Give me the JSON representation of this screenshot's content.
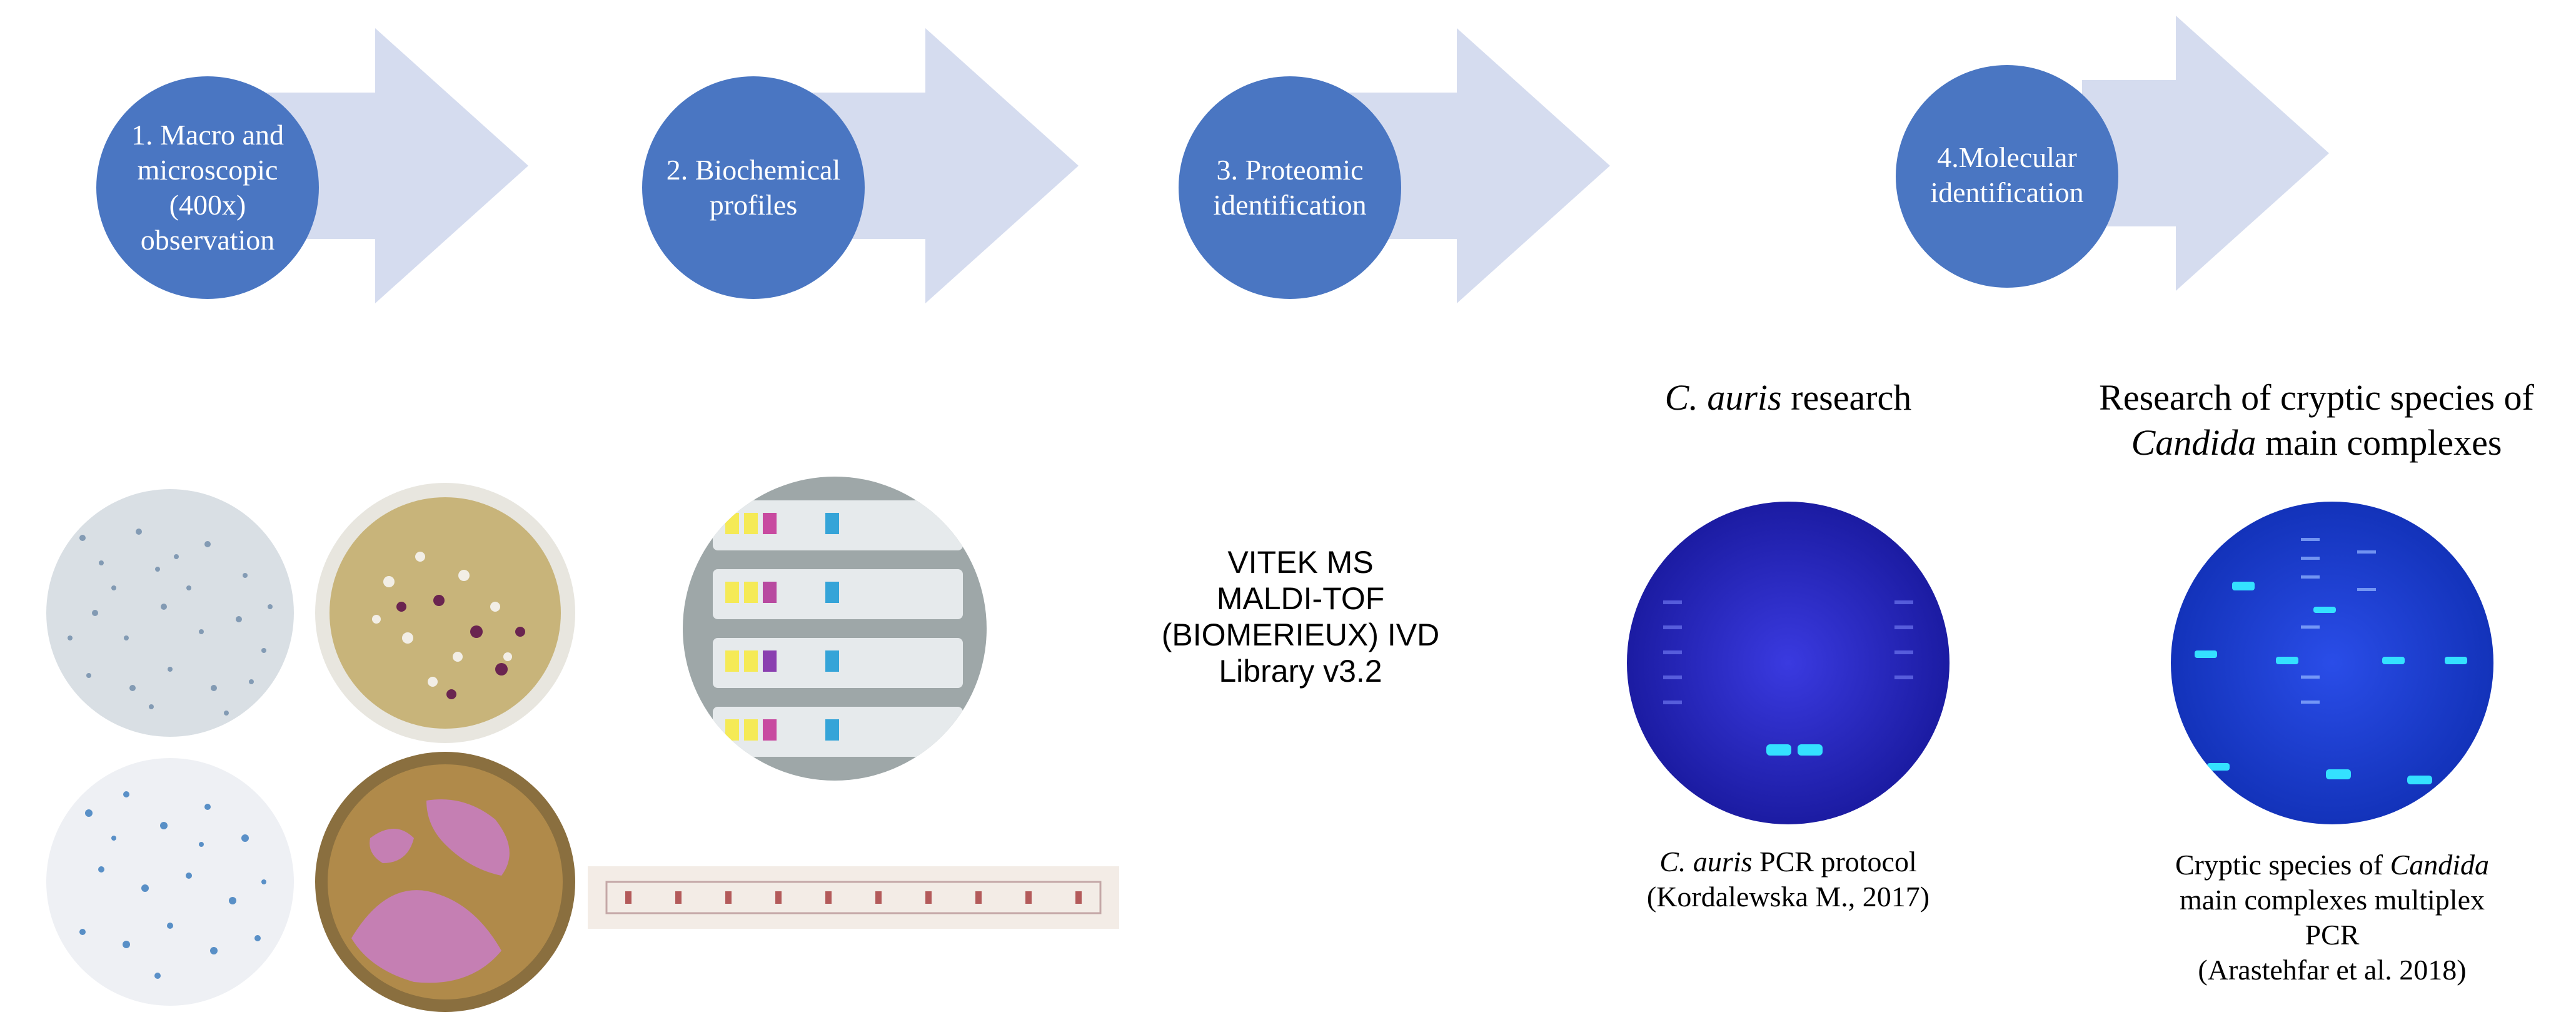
{
  "steps": [
    {
      "label": "1. Macro and microscopic (400x) observation"
    },
    {
      "label": "2. Biochemical profiles"
    },
    {
      "label": "3. Proteomic identification"
    },
    {
      "label": "4.Molecular identification"
    }
  ],
  "colors": {
    "circle": "#4a76c2",
    "arrow": "#d5dcef",
    "gel_dark": "#1a1a9e",
    "gel_band": "#34e1ff",
    "agar": "#c8b47a",
    "colony_pink": "#c57fb3"
  },
  "proteomic": {
    "lines": [
      "VITEK MS",
      "MALDI-TOF",
      "(BIOMERIEUX) IVD",
      "Library v3.2"
    ]
  },
  "molecular_left": {
    "heading_italic": "C. auris",
    "heading_rest": " research",
    "caption_italic": "C. auris",
    "caption_rest": " PCR protocol",
    "citation": "(Kordalewska M., 2017)"
  },
  "molecular_right": {
    "heading_line1": "Research of cryptic species of",
    "heading_italic": "Candida",
    "heading_rest": " main complexes",
    "caption_pre": "Cryptic species of ",
    "caption_italic": "Candida",
    "caption_line2": "main complexes multiplex",
    "caption_line3": "PCR",
    "citation": "(Arastehfar et al. 2018)"
  },
  "icons": [
    "microscopy-image",
    "petri-dish-image",
    "api-strip-image",
    "gel-image"
  ]
}
